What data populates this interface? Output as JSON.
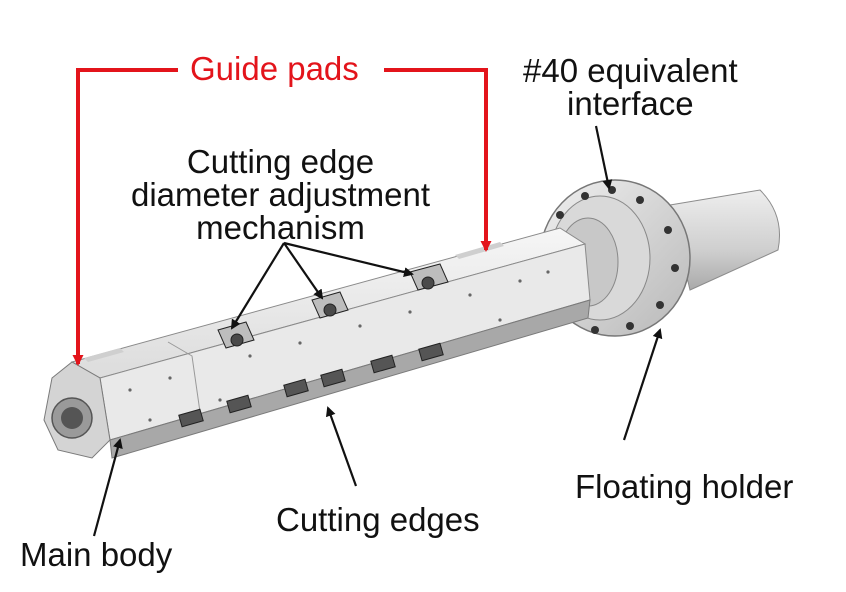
{
  "labels": {
    "guide_pads": "Guide pads",
    "interface": [
      "#40 equivalent",
      "interface"
    ],
    "adjustment": [
      "Cutting edge",
      "diameter adjustment",
      "mechanism"
    ],
    "floating_holder": "Floating holder",
    "cutting_edges": "Cutting edges",
    "main_body": "Main body"
  },
  "colors": {
    "guide_pads": "#e3141b",
    "leader": "#111111",
    "tool_body": "#e4e4e4",
    "tool_shadow": "#9c9c9c"
  }
}
